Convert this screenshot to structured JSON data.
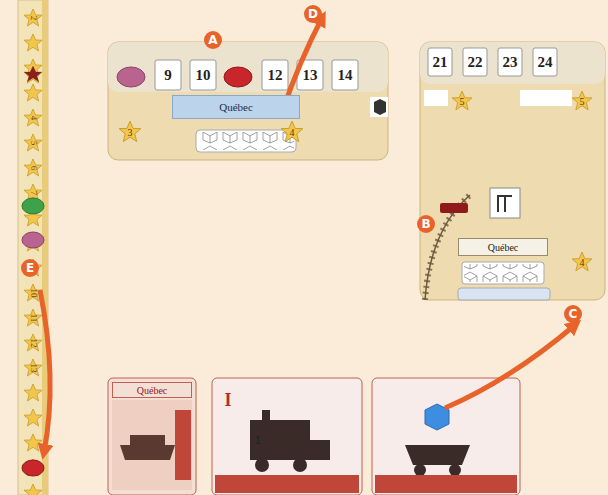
{
  "diagram": {
    "nodes": [
      {
        "text": [
          "Québec"
        ]
      },
      {
        "text": [
          "Québec"
        ]
      },
      {
        "text": [
          "Québec"
        ]
      }
    ],
    "labels": [
      "A",
      "B",
      "C",
      "D",
      "E",
      "9",
      "10",
      "12",
      "13",
      "14",
      "21",
      "22",
      "23",
      "24",
      "3",
      "4",
      "5",
      "5",
      "4",
      "2",
      "4",
      "5",
      "6",
      "7",
      "10",
      "11",
      "12",
      "13",
      "I",
      "1"
    ]
  }
}
